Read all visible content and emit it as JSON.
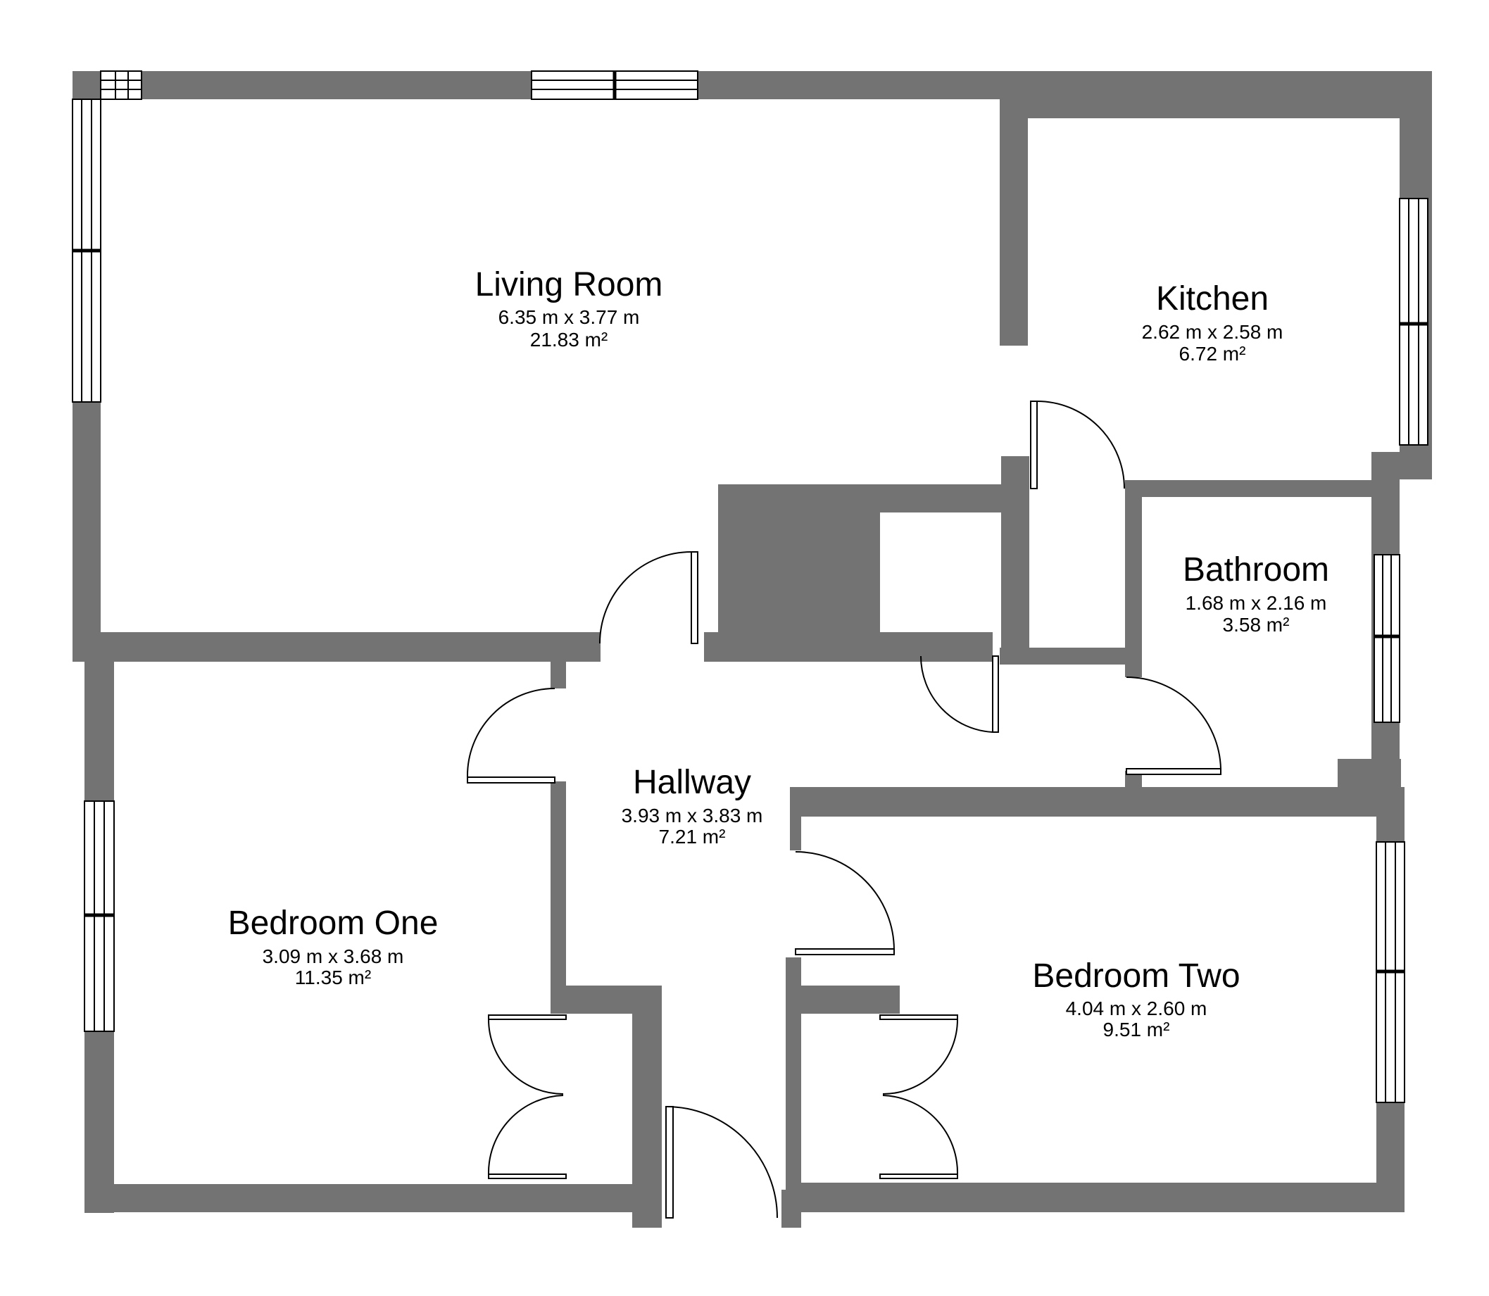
{
  "floor_plan": {
    "colors": {
      "wall": "#737373",
      "background": "#ffffff",
      "line": "#000000"
    },
    "rooms": {
      "living_room": {
        "name": "Living Room",
        "dimensions": "6.35 m x 3.77 m",
        "area": "21.83 m²"
      },
      "kitchen": {
        "name": "Kitchen",
        "dimensions": "2.62 m x 2.58 m",
        "area": "6.72 m²"
      },
      "bathroom": {
        "name": "Bathroom",
        "dimensions": "1.68 m x 2.16 m",
        "area": "3.58 m²"
      },
      "hallway": {
        "name": "Hallway",
        "dimensions": "3.93 m x 3.83 m",
        "area": "7.21 m²"
      },
      "bedroom_one": {
        "name": "Bedroom One",
        "dimensions": "3.09 m x 3.68 m",
        "area": "11.35 m²"
      },
      "bedroom_two": {
        "name": "Bedroom Two",
        "dimensions": "4.04 m x 2.60 m",
        "area": "9.51 m²"
      }
    }
  }
}
